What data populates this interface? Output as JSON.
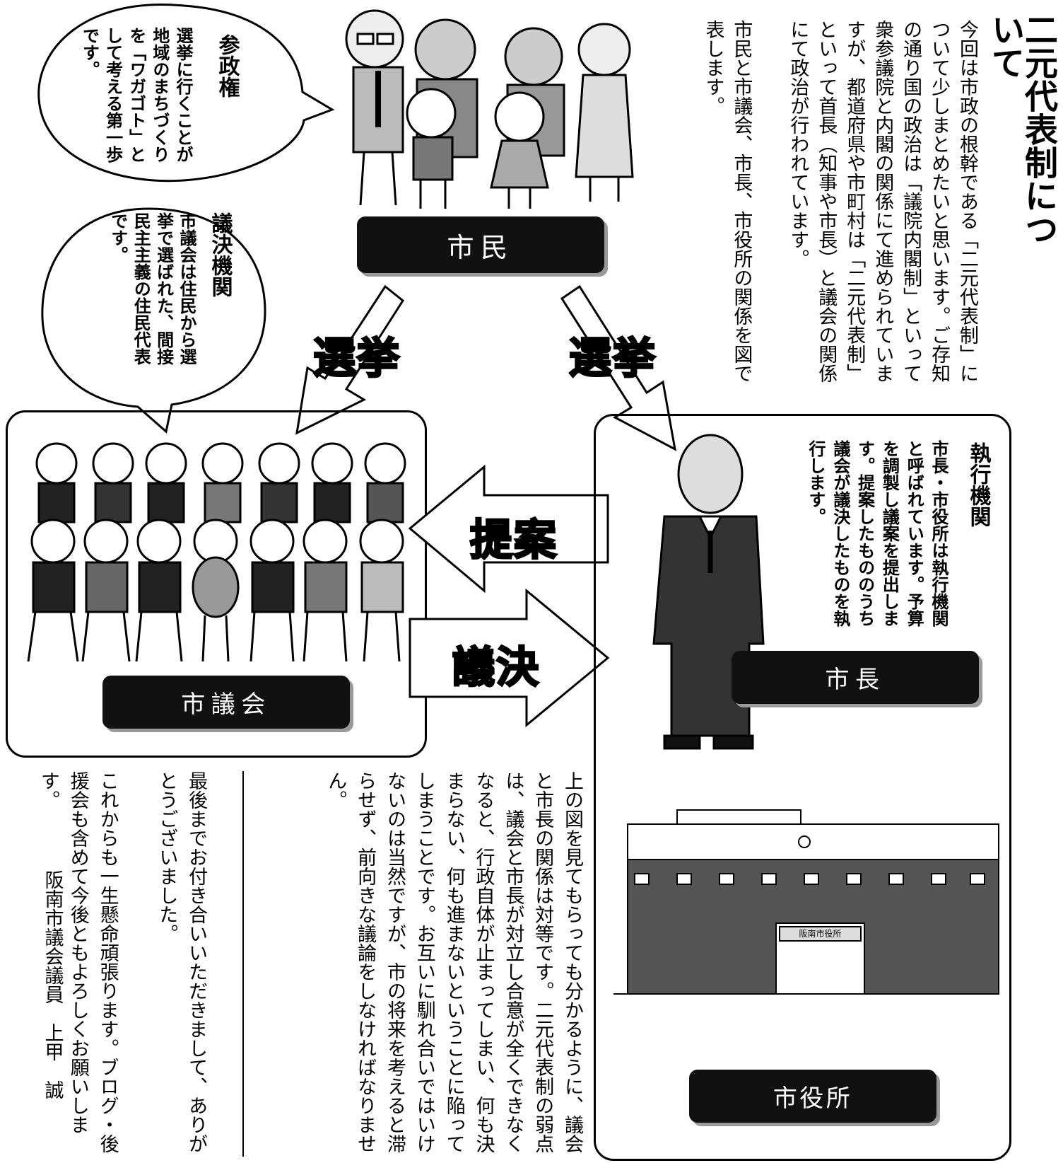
{
  "title": "二元代表制について",
  "intro": {
    "paragraph1": "今回は市政の根幹である「二元代表制」について少しまとめたいと思います。ご存知の通り国の政治は「議院内閣制」といって衆参議院と内閣の関係にて進められていますが、都道府県や市町村は「二元代表制」といって首長（知事や市長）と議会の関係にて政治が行われています。",
    "paragraph2": "市民と市議会、市長、市役所の関係を図で表します。"
  },
  "bubbles": {
    "suffrage": {
      "heading": "参政権",
      "body": "選挙に行くことが地域のまちづくりを「ワガゴト」として考える第一歩です。"
    },
    "legislative": {
      "heading": "議決機関",
      "body": "市議会は住民から選挙で選ばれた、間接民主主義の住民代表です。"
    },
    "executive": {
      "heading": "執行機関",
      "body": "市長・市役所は執行機関と呼ばれています。予算を調製し議案を提出します。提案したもののうち議会が議決したものを執行します。"
    }
  },
  "labels": {
    "citizens": "市民",
    "council": "市議会",
    "mayor": "市長",
    "city_hall": "市役所",
    "city_hall_sign": "阪南市役所"
  },
  "arrows": {
    "election_left": "選挙",
    "election_right": "選挙",
    "proposal": "提案",
    "resolution": "議決"
  },
  "conclusion": {
    "paragraph1": "上の図を見てもらっても分かるように、議会と市長の関係は対等です。二元代表制の弱点は、議会と市長が対立し合意が全くできなくなると、行政自体が止まってしまい、何も決まらない、何も進まないということに陥ってしまうことです。お互いに馴れ合いではいけないのは当然ですが、市の将来を考えると滞らせず、前向きな議論をしなければなりません。"
  },
  "closing": {
    "paragraph1": "最後までお付き合いいただきまして、ありがとうございました。",
    "paragraph2": "これからも一生懸命頑張ります。ブログ・後援会も含めて今後ともよろしくお願いします。",
    "signature": "阪南市議会議員　上甲　誠"
  }
}
